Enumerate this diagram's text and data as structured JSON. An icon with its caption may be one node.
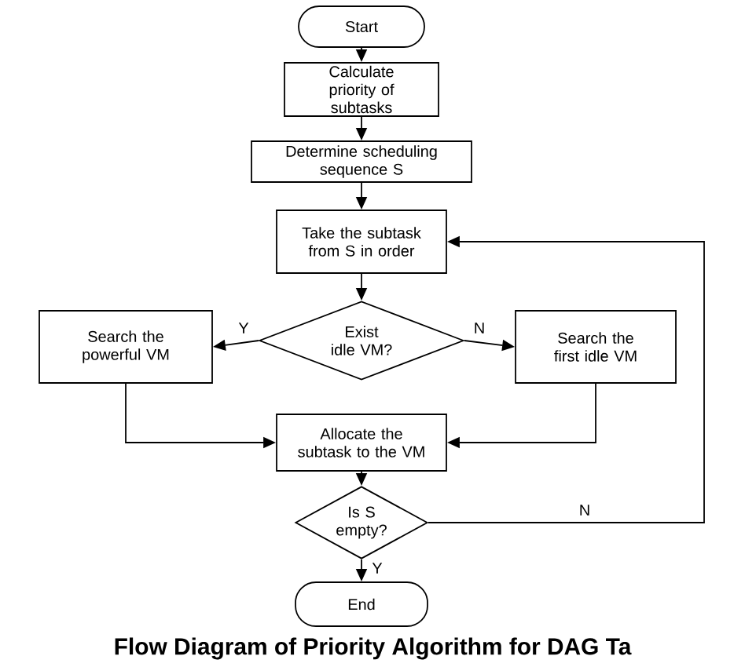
{
  "diagram": {
    "caption": "Flow Diagram of Priority Algorithm for DAG Ta",
    "nodes": [
      {
        "text": [
          "Start"
        ]
      },
      {
        "text": [
          "Calculate priority of subtasks"
        ]
      },
      {
        "text": [
          "Determine scheduling sequence S"
        ]
      },
      {
        "text": [
          "Take the subtask from S in order"
        ]
      },
      {
        "text": [
          "Exist idle VM?"
        ]
      },
      {
        "text": [
          "Search the powerful VM"
        ]
      },
      {
        "text": [
          "Search the first idle VM"
        ]
      },
      {
        "text": [
          "Allocate the subtask to the VM"
        ]
      },
      {
        "text": [
          "Is S empty?"
        ]
      },
      {
        "text": [
          "End"
        ]
      }
    ],
    "edges": [
      {
        "from": 0,
        "to": 1,
        "arrow": "to"
      },
      {
        "from": 1,
        "to": 2,
        "arrow": "to"
      },
      {
        "from": 2,
        "to": 3,
        "arrow": "to"
      },
      {
        "from": 3,
        "to": 4,
        "arrow": "to"
      },
      {
        "from": 4,
        "to": 5,
        "arrow": "to",
        "label": "Y"
      },
      {
        "from": 4,
        "to": 6,
        "arrow": "to",
        "label": "N"
      },
      {
        "from": 5,
        "to": 7,
        "arrow": "to"
      },
      {
        "from": 6,
        "to": 7,
        "arrow": "to"
      },
      {
        "from": 7,
        "to": 8,
        "arrow": "to"
      },
      {
        "from": 8,
        "to": 9,
        "arrow": "to",
        "label": "Y"
      },
      {
        "from": 8,
        "to": 3,
        "arrow": "to",
        "label": "N"
      }
    ]
  }
}
